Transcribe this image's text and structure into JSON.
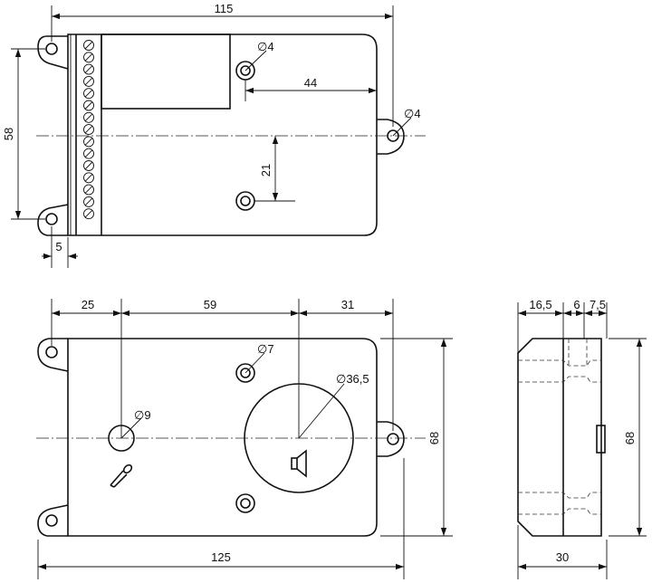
{
  "top_view": {
    "dim_length": "115",
    "dim_hole_small": "∅4",
    "dim_offset_44": "44",
    "dim_ear_hole": "∅4",
    "dim_height_58": "58",
    "dim_21": "21",
    "dim_5": "5"
  },
  "front_view": {
    "dim_25": "25",
    "dim_59": "59",
    "dim_31": "31",
    "dim_hole_7": "∅7",
    "dim_speaker": "∅36,5",
    "dim_mic_hole": "∅9",
    "dim_height_68": "68",
    "dim_total_125": "125",
    "icons": [
      "microphone-icon",
      "speaker-icon"
    ]
  },
  "side_view": {
    "dim_16_5": "16,5",
    "dim_6": "6",
    "dim_7_5": "7,5",
    "dim_height_68": "68",
    "dim_width_30": "30"
  }
}
